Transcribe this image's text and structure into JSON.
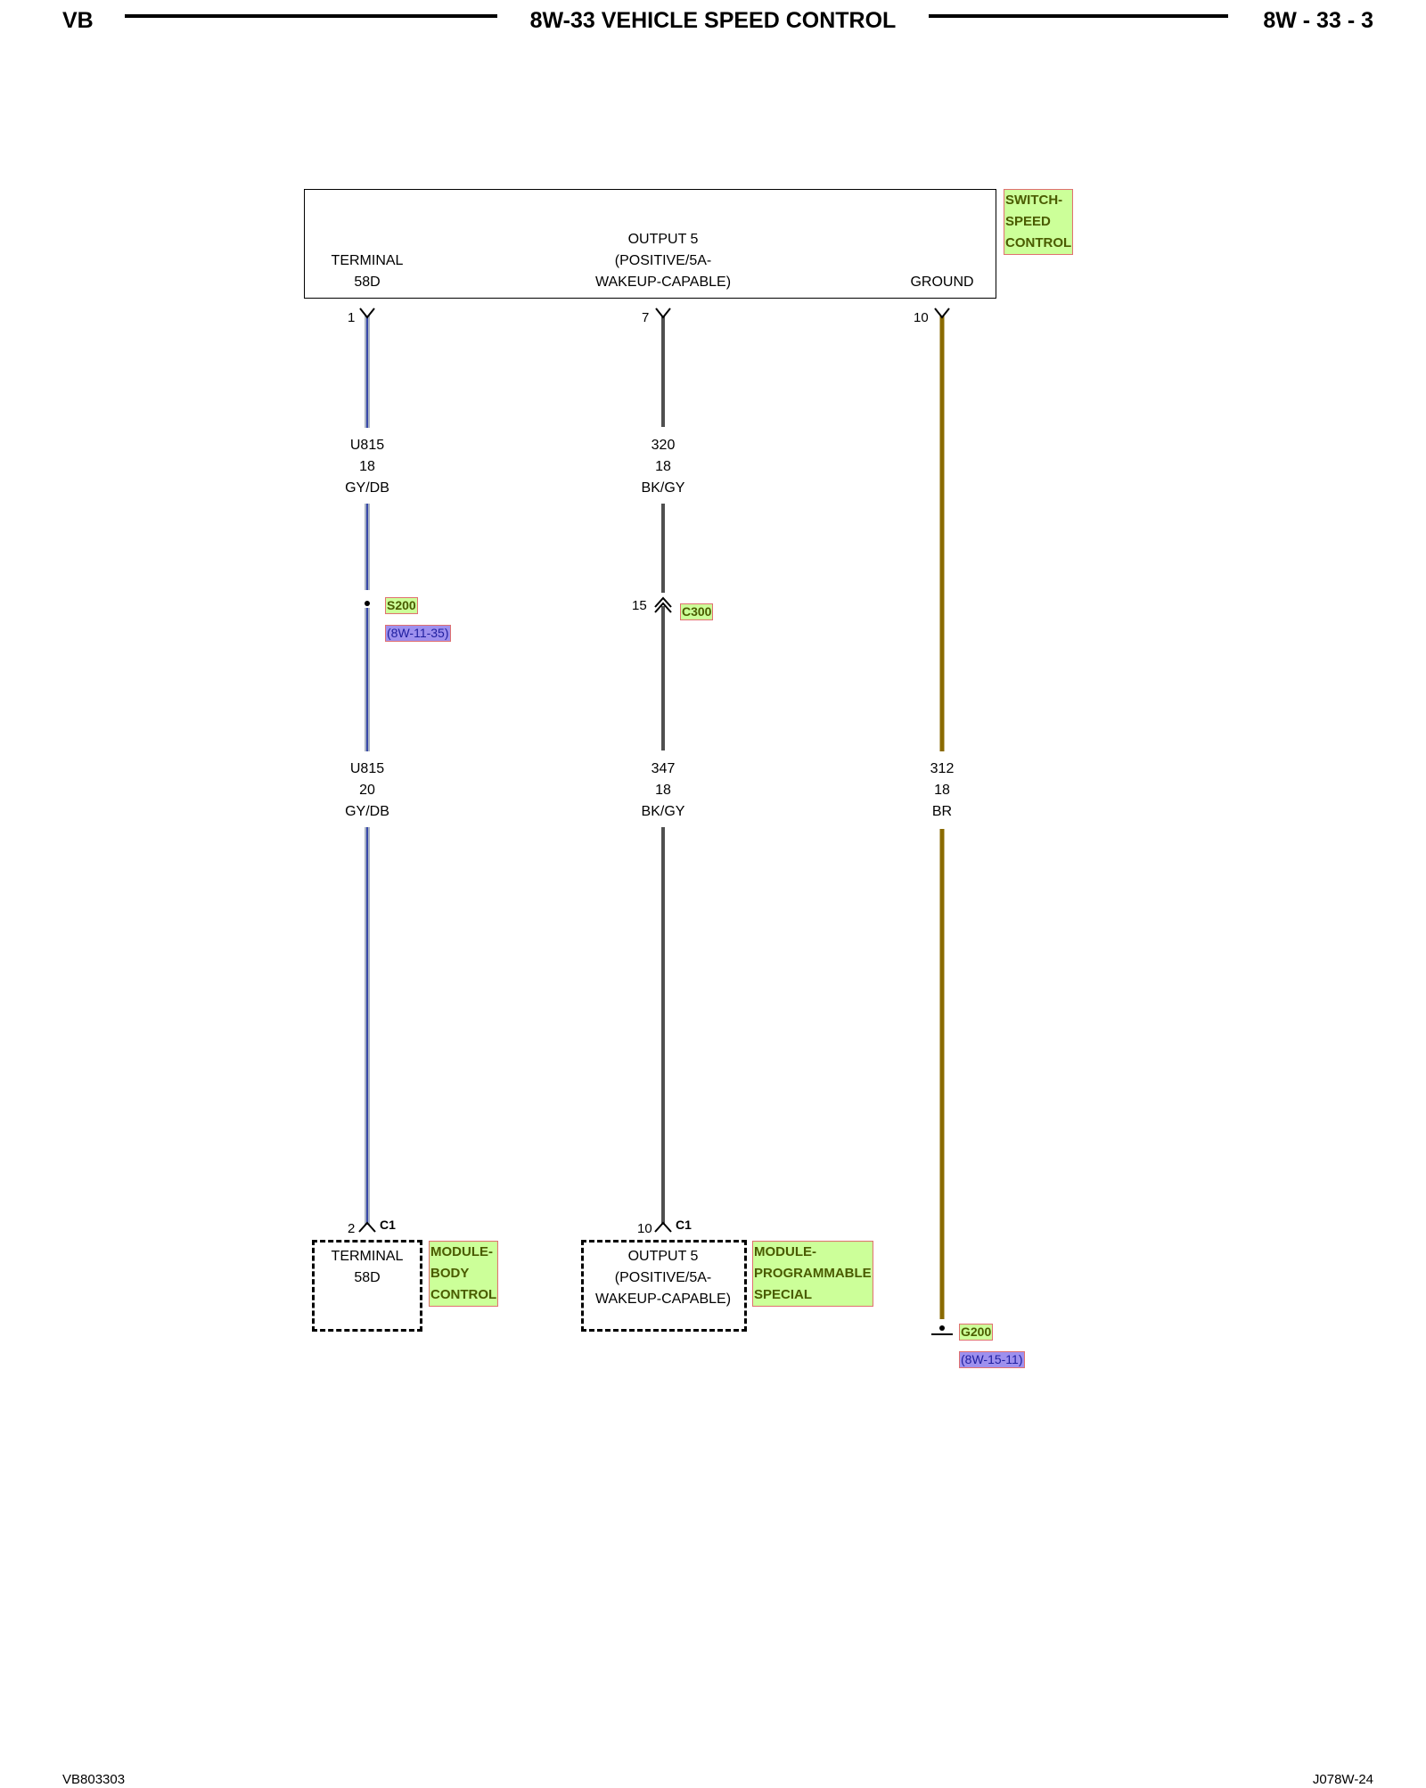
{
  "header": {
    "left": "VB",
    "title": "8W-33 VEHICLE SPEED CONTROL",
    "page": "8W - 33 - 3"
  },
  "footer": {
    "left": "VB803303",
    "right": "J078W-24"
  },
  "switch": {
    "name_lines": [
      "SWITCH-",
      "SPEED",
      "CONTROL"
    ],
    "terminals": [
      {
        "lines": [
          "TERMINAL",
          "58D"
        ],
        "pin": "1"
      },
      {
        "lines": [
          "OUTPUT 5",
          "(POSITIVE/5A-",
          "WAKEUP-CAPABLE)"
        ],
        "pin": "7"
      },
      {
        "lines": [
          "GROUND"
        ],
        "pin": "10"
      }
    ]
  },
  "circuits": {
    "left_upper": [
      "U815",
      "18",
      "GY/DB"
    ],
    "left_lower": [
      "U815",
      "20",
      "GY/DB"
    ],
    "mid_upper": [
      "320",
      "18",
      "BK/GY"
    ],
    "mid_lower": [
      "347",
      "18",
      "BK/GY"
    ],
    "right": [
      "312",
      "18",
      "BR"
    ]
  },
  "splice": {
    "name": "S200",
    "ref": "(8W-11-35)"
  },
  "inline_connector": {
    "name": "C300",
    "pin": "15"
  },
  "ground": {
    "name": "G200",
    "ref": "(8W-15-11)"
  },
  "modules": [
    {
      "pin": "2",
      "connector": "C1",
      "lines": [
        "TERMINAL",
        "58D"
      ],
      "name_lines": [
        "MODULE-",
        "BODY",
        "CONTROL"
      ]
    },
    {
      "pin": "10",
      "connector": "C1",
      "lines": [
        "OUTPUT 5",
        "(POSITIVE/5A-",
        "WAKEUP-CAPABLE)"
      ],
      "name_lines": [
        "MODULE-",
        "PROGRAMMABLE",
        "SPECIAL"
      ]
    }
  ],
  "colors": {
    "wire_gy_db_base": "#aab4c4",
    "wire_gy_db_stripe": "#3848a8",
    "wire_bk_gy": "#505050",
    "wire_br": "#8a6a00",
    "ref_green_bg": "#ccff99",
    "ref_green_text": "#4a5b00",
    "ref_blue_bg": "#9e90ee"
  }
}
